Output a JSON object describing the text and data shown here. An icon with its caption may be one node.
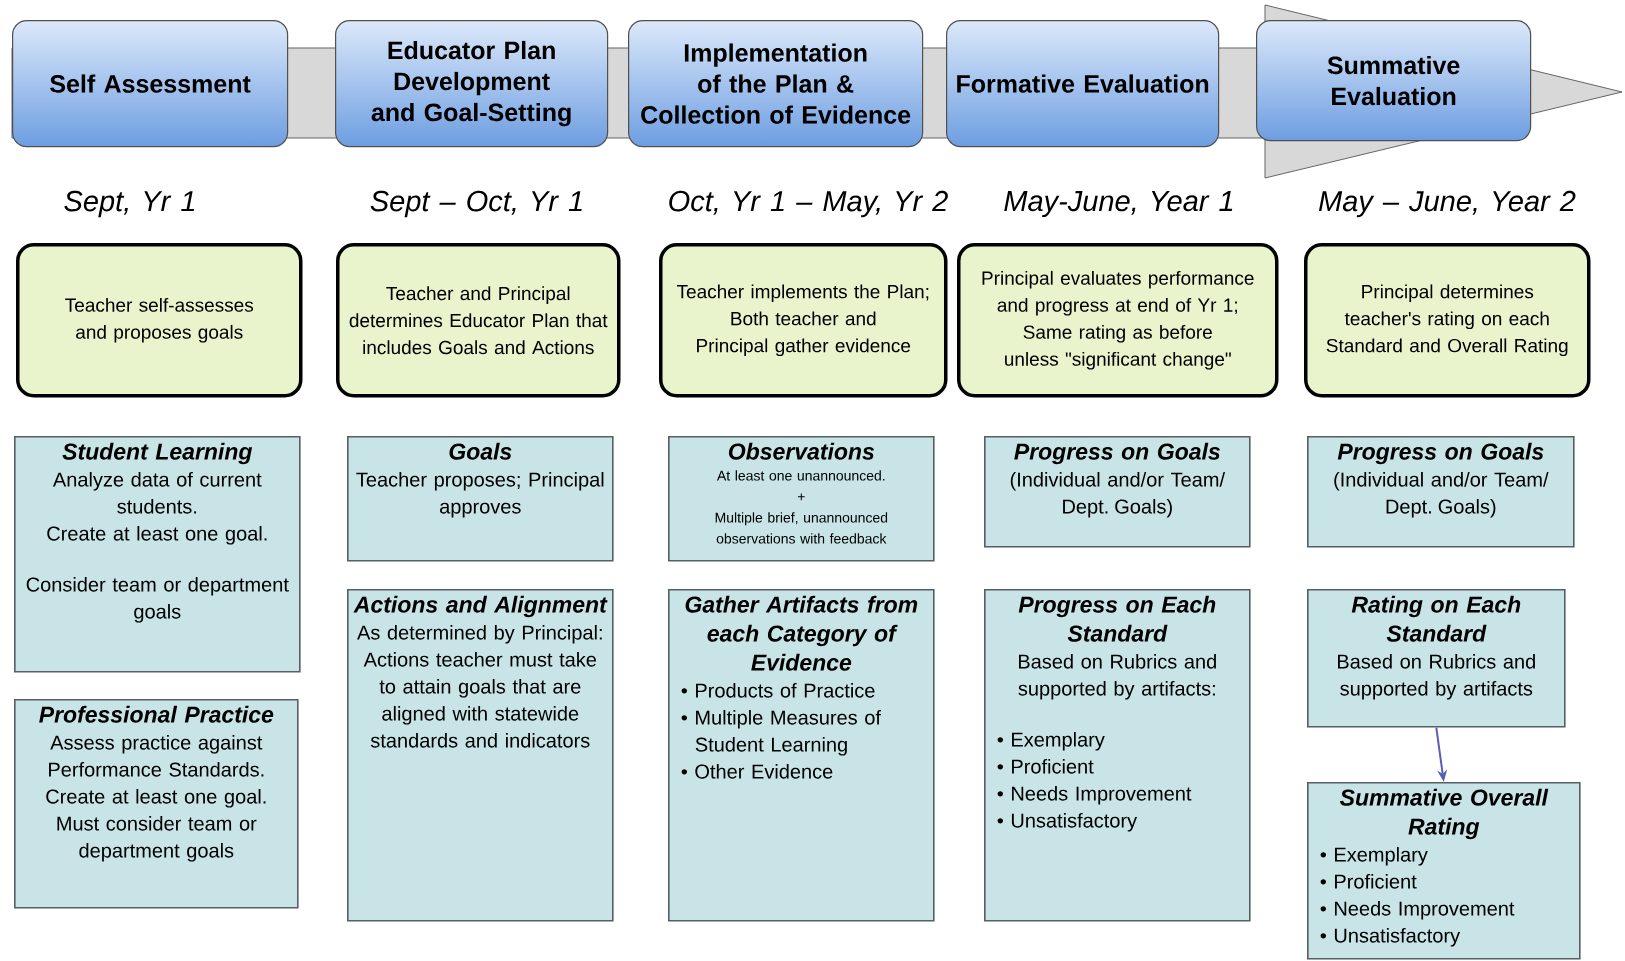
{
  "diagram": {
    "nodes": [
      {
        "text": [
          "Self Assessment"
        ]
      },
      {
        "text": [
          "Educator Plan Development and Goal-Setting"
        ]
      },
      {
        "text": [
          "Implementation of the Plan & Collection of Evidence"
        ]
      },
      {
        "text": [
          "Formative Evaluation"
        ]
      },
      {
        "text": [
          "Summative Evaluation"
        ]
      },
      {
        "text": [
          "Teacher self-assesses and proposes goals"
        ]
      },
      {
        "text": [
          "Teacher and Principal determines Educator Plan that includes Goals and Actions"
        ]
      },
      {
        "text": [
          "Teacher implements the Plan;",
          "Both teacher and Principal gather evidence"
        ]
      },
      {
        "text": [
          "Principal evaluates performance and progress at end of Yr 1;",
          "Same rating as before unless \"significant change\""
        ]
      },
      {
        "text": [
          "Principal determines teacher's rating on each Standard and Overall Rating"
        ]
      },
      {
        "text": [
          "Student Learning",
          "Analyze data of current students.",
          "Create at least one goal.",
          "Consider team or department goals"
        ]
      },
      {
        "text": [
          "Professional Practice",
          "Assess practice against Performance Standards.",
          "Create at least one goal.",
          "Must consider team or department goals"
        ]
      },
      {
        "text": [
          "Goals",
          "Teacher proposes; Principal approves"
        ]
      },
      {
        "text": [
          "Actions and Alignment",
          "As determined by Principal:",
          "Actions teacher must take to attain goals that are aligned with statewide standards and indicators"
        ]
      },
      {
        "text": [
          "Observations",
          "At least one unannounced.",
          "+",
          "Multiple brief, unannounced observations with feedback"
        ]
      },
      {
        "text": [
          "Gather Artifacts from each Category of Evidence",
          "• Products of Practice",
          "• Multiple Measures of Student Learning",
          "• Other Evidence"
        ]
      },
      {
        "text": [
          "Progress on Goals",
          "(Individual and/or Team/ Dept. Goals)"
        ]
      },
      {
        "text": [
          "Progress on Each Standard",
          "Based on Rubrics and supported by artifacts:",
          "• Exemplary",
          "• Proficient",
          "• Needs Improvement",
          "• Unsatisfactory"
        ]
      },
      {
        "text": [
          "Progress on Goals",
          "(Individual and/or Team/ Dept. Goals)"
        ]
      },
      {
        "text": [
          "Rating on Each Standard",
          "Based on Rubrics and supported by artifacts"
        ]
      },
      {
        "text": [
          "Summative Overall Rating",
          "• Exemplary",
          "• Proficient",
          "• Needs Improvement",
          "• Unsatisfactory"
        ]
      }
    ],
    "edges": [
      {
        "from": 19,
        "to": 20,
        "arrow": "to"
      }
    ],
    "labels": [
      "Sept, Yr 1",
      "Sept – Oct, Yr 1",
      "Oct, Yr 1 – May, Yr 2",
      "May-June, Year 1",
      "May – June, Year 2"
    ]
  }
}
